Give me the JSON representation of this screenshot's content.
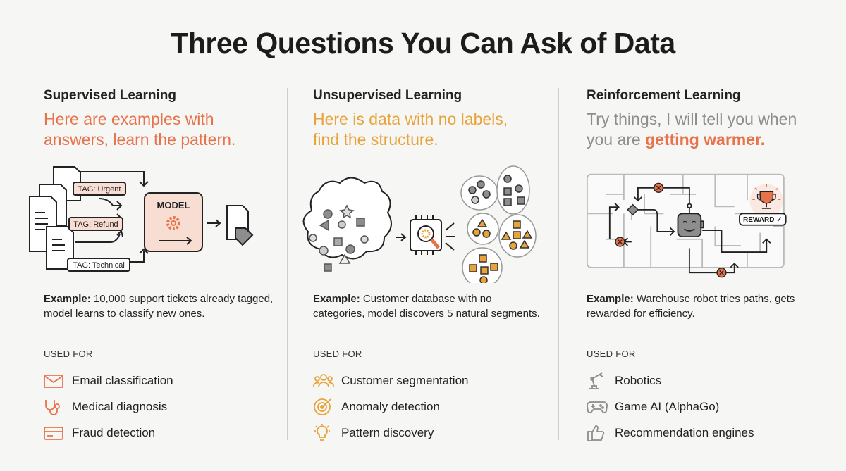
{
  "title": "Three Questions You Can Ask of Data",
  "colors": {
    "orange": "#e8734a",
    "amber": "#e8a33a",
    "gray": "#8d8d8d",
    "pink": "#f8ddd2"
  },
  "columns": [
    {
      "heading": "Supervised Learning",
      "lead": "Here are examples with answers, learn the pattern.",
      "diagram": {
        "tags": [
          "TAG: Urgent",
          "TAG: Refund",
          "TAG: Technical"
        ],
        "model_label": "MODEL"
      },
      "example_label": "Example:",
      "example": " 10,000 support tickets already tagged, model learns to classify new ones.",
      "used_for": "USED FOR",
      "items": [
        {
          "label": "Email classification",
          "icon": "envelope-icon"
        },
        {
          "label": "Medical diagnosis",
          "icon": "stethoscope-icon"
        },
        {
          "label": "Fraud detection",
          "icon": "credit-card-icon"
        }
      ]
    },
    {
      "heading": "Unsupervised Learning",
      "lead": "Here is data with no labels, find the structure.",
      "example_label": "Example:",
      "example": " Customer database with no categories, model discovers 5 natural segments.",
      "used_for": "USED FOR",
      "items": [
        {
          "label": "Customer segmentation",
          "icon": "people-icon"
        },
        {
          "label": "Anomaly detection",
          "icon": "target-icon"
        },
        {
          "label": "Pattern discovery",
          "icon": "lightbulb-icon"
        }
      ]
    },
    {
      "heading": "Reinforcement Learning",
      "lead_plain": "Try things, I will tell you when you are ",
      "lead_highlight": "getting warmer.",
      "diagram": {
        "reward_label": "REWARD ✓"
      },
      "example_label": "Example:",
      "example": " Warehouse robot tries paths, gets rewarded for efficiency.",
      "used_for": "USED FOR",
      "items": [
        {
          "label": "Robotics",
          "icon": "robot-arm-icon"
        },
        {
          "label": "Game AI (AlphaGo)",
          "icon": "gamepad-icon"
        },
        {
          "label": "Recommendation engines",
          "icon": "thumbs-up-icon"
        }
      ]
    }
  ]
}
